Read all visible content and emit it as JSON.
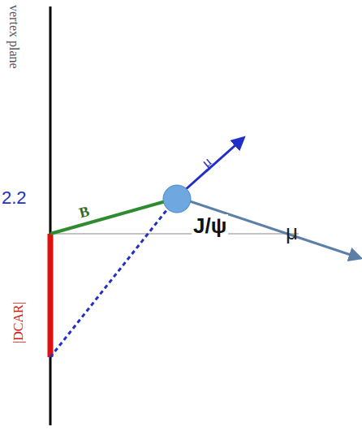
{
  "diagram": {
    "labels": [
      "vertex plane",
      "2.2",
      "B",
      "μ",
      "μ",
      "J/ψ",
      "|DCAR|"
    ]
  }
}
